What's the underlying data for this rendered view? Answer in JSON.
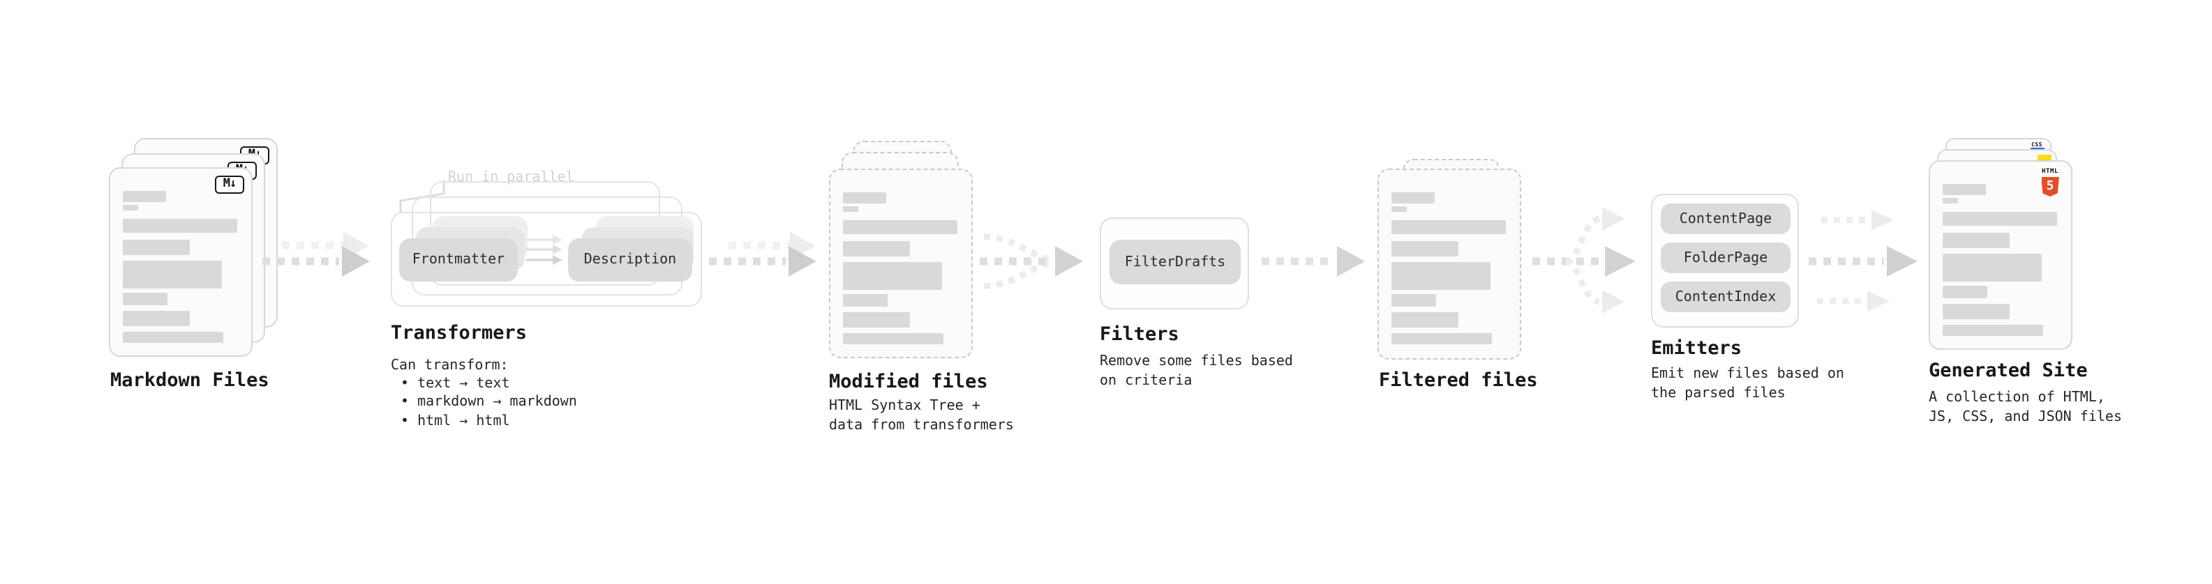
{
  "markdown": {
    "label": "Markdown Files",
    "badge": "M↓"
  },
  "transformers": {
    "label": "Transformers",
    "callout": "Run in parallel",
    "source_pill": "Frontmatter",
    "target_pill": "Description",
    "desc_title": "Can transform:",
    "bullets": [
      "• text → text",
      "• markdown → markdown",
      "• html → html"
    ]
  },
  "modified": {
    "label": "Modified files",
    "desc": "HTML Syntax Tree +\ndata from transformers"
  },
  "filters": {
    "label": "Filters",
    "pill": "FilterDrafts",
    "desc": "Remove some files based\non criteria"
  },
  "filtered": {
    "label": "Filtered files"
  },
  "emitters": {
    "label": "Emitters",
    "pills": [
      "ContentPage",
      "FolderPage",
      "ContentIndex"
    ],
    "desc": "Emit new files based on\nthe parsed files"
  },
  "generated": {
    "label": "Generated Site",
    "desc": "A collection of HTML,\nJS, CSS, and JSON files",
    "badge_html_word": "HTML",
    "badge_html_number": "5",
    "badge_css_word": "CSS"
  },
  "colors": {
    "html5-orange": "#E44D26",
    "js-yellow": "#F5DE19",
    "css-blue": "#2864F0"
  }
}
